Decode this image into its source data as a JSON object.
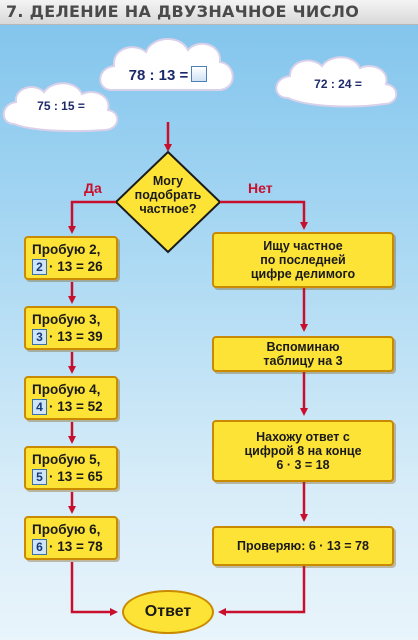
{
  "header": {
    "title": "7. ДЕЛЕНИЕ НА ДВУЗНАЧНОЕ ЧИСЛО"
  },
  "clouds": {
    "main": "78 : 13 =",
    "left": "75 : 15 =",
    "right": "72 : 24 ="
  },
  "decision": {
    "lines": [
      "Могу",
      "подобрать",
      "частное?"
    ],
    "yes_label": "Да",
    "no_label": "Нет"
  },
  "tries": [
    {
      "label": "Пробую 2,",
      "digit": "2",
      "rest": "· 13 = 26"
    },
    {
      "label": "Пробую 3,",
      "digit": "3",
      "rest": "· 13 = 39"
    },
    {
      "label": "Пробую 4,",
      "digit": "4",
      "rest": "· 13 = 52"
    },
    {
      "label": "Пробую 5,",
      "digit": "5",
      "rest": "· 13 = 65"
    },
    {
      "label": "Пробую 6,",
      "digit": "6",
      "rest": "· 13 = 78"
    }
  ],
  "steps": [
    {
      "lines": [
        "Ищу  частное",
        "по  последней",
        "цифре  делимого"
      ]
    },
    {
      "lines": [
        "Вспоминаю",
        "таблицу  на  3"
      ]
    },
    {
      "lines": [
        "Нахожу ответ с",
        "цифрой 8 на конце",
        "6 · 3 = 18"
      ]
    },
    {
      "lines": [
        "Проверяю: 6 · 13 = 78"
      ]
    }
  ],
  "answer": "Ответ",
  "colors": {
    "arrow": "#c8102e",
    "box_fill": "#fde335",
    "box_border": "#c98a00",
    "text_dark": "#1a1a1a",
    "digit_fill": "#cfe4f7"
  }
}
